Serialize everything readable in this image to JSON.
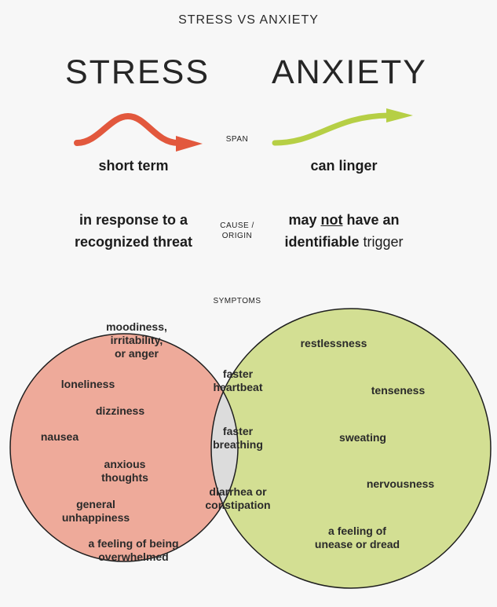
{
  "title": "STRESS VS ANXIETY",
  "stress": {
    "heading": "STRESS",
    "span": "short term",
    "cause_line1": "in response to a",
    "cause_line2": "recognized threat",
    "symptoms": [
      "moodiness,\nirritability,\nor anger",
      "loneliness",
      "dizziness",
      "nausea",
      "anxious\nthoughts",
      "general\nunhappiness",
      "a feeling of being\noverwhelmed"
    ]
  },
  "anxiety": {
    "heading": "ANXIETY",
    "span": "can linger",
    "cause_part1": "may ",
    "cause_not": "not",
    "cause_part2": " have an",
    "cause_part3": "identifiable",
    "cause_part4": " trigger",
    "symptoms": [
      "restlessness",
      "tenseness",
      "sweating",
      "nervousness",
      "a feeling of\nunease or dread"
    ]
  },
  "shared_symptoms": [
    "faster\nheartbeat",
    "faster\nbreathing",
    "diarrhea or\nconstipation"
  ],
  "labels": {
    "span": "SPAN",
    "cause_line1": "CAUSE /",
    "cause_line2": "ORIGIN",
    "symptoms": "SYMPTOMS"
  },
  "colors": {
    "stress_circle": "#eeaa9a",
    "anxiety_circle": "#d3df93",
    "overlap": "#dcdcdc",
    "stress_arrow": "#e2583d",
    "anxiety_arrow": "#b6cf45",
    "outline": "#1e1e1e"
  }
}
